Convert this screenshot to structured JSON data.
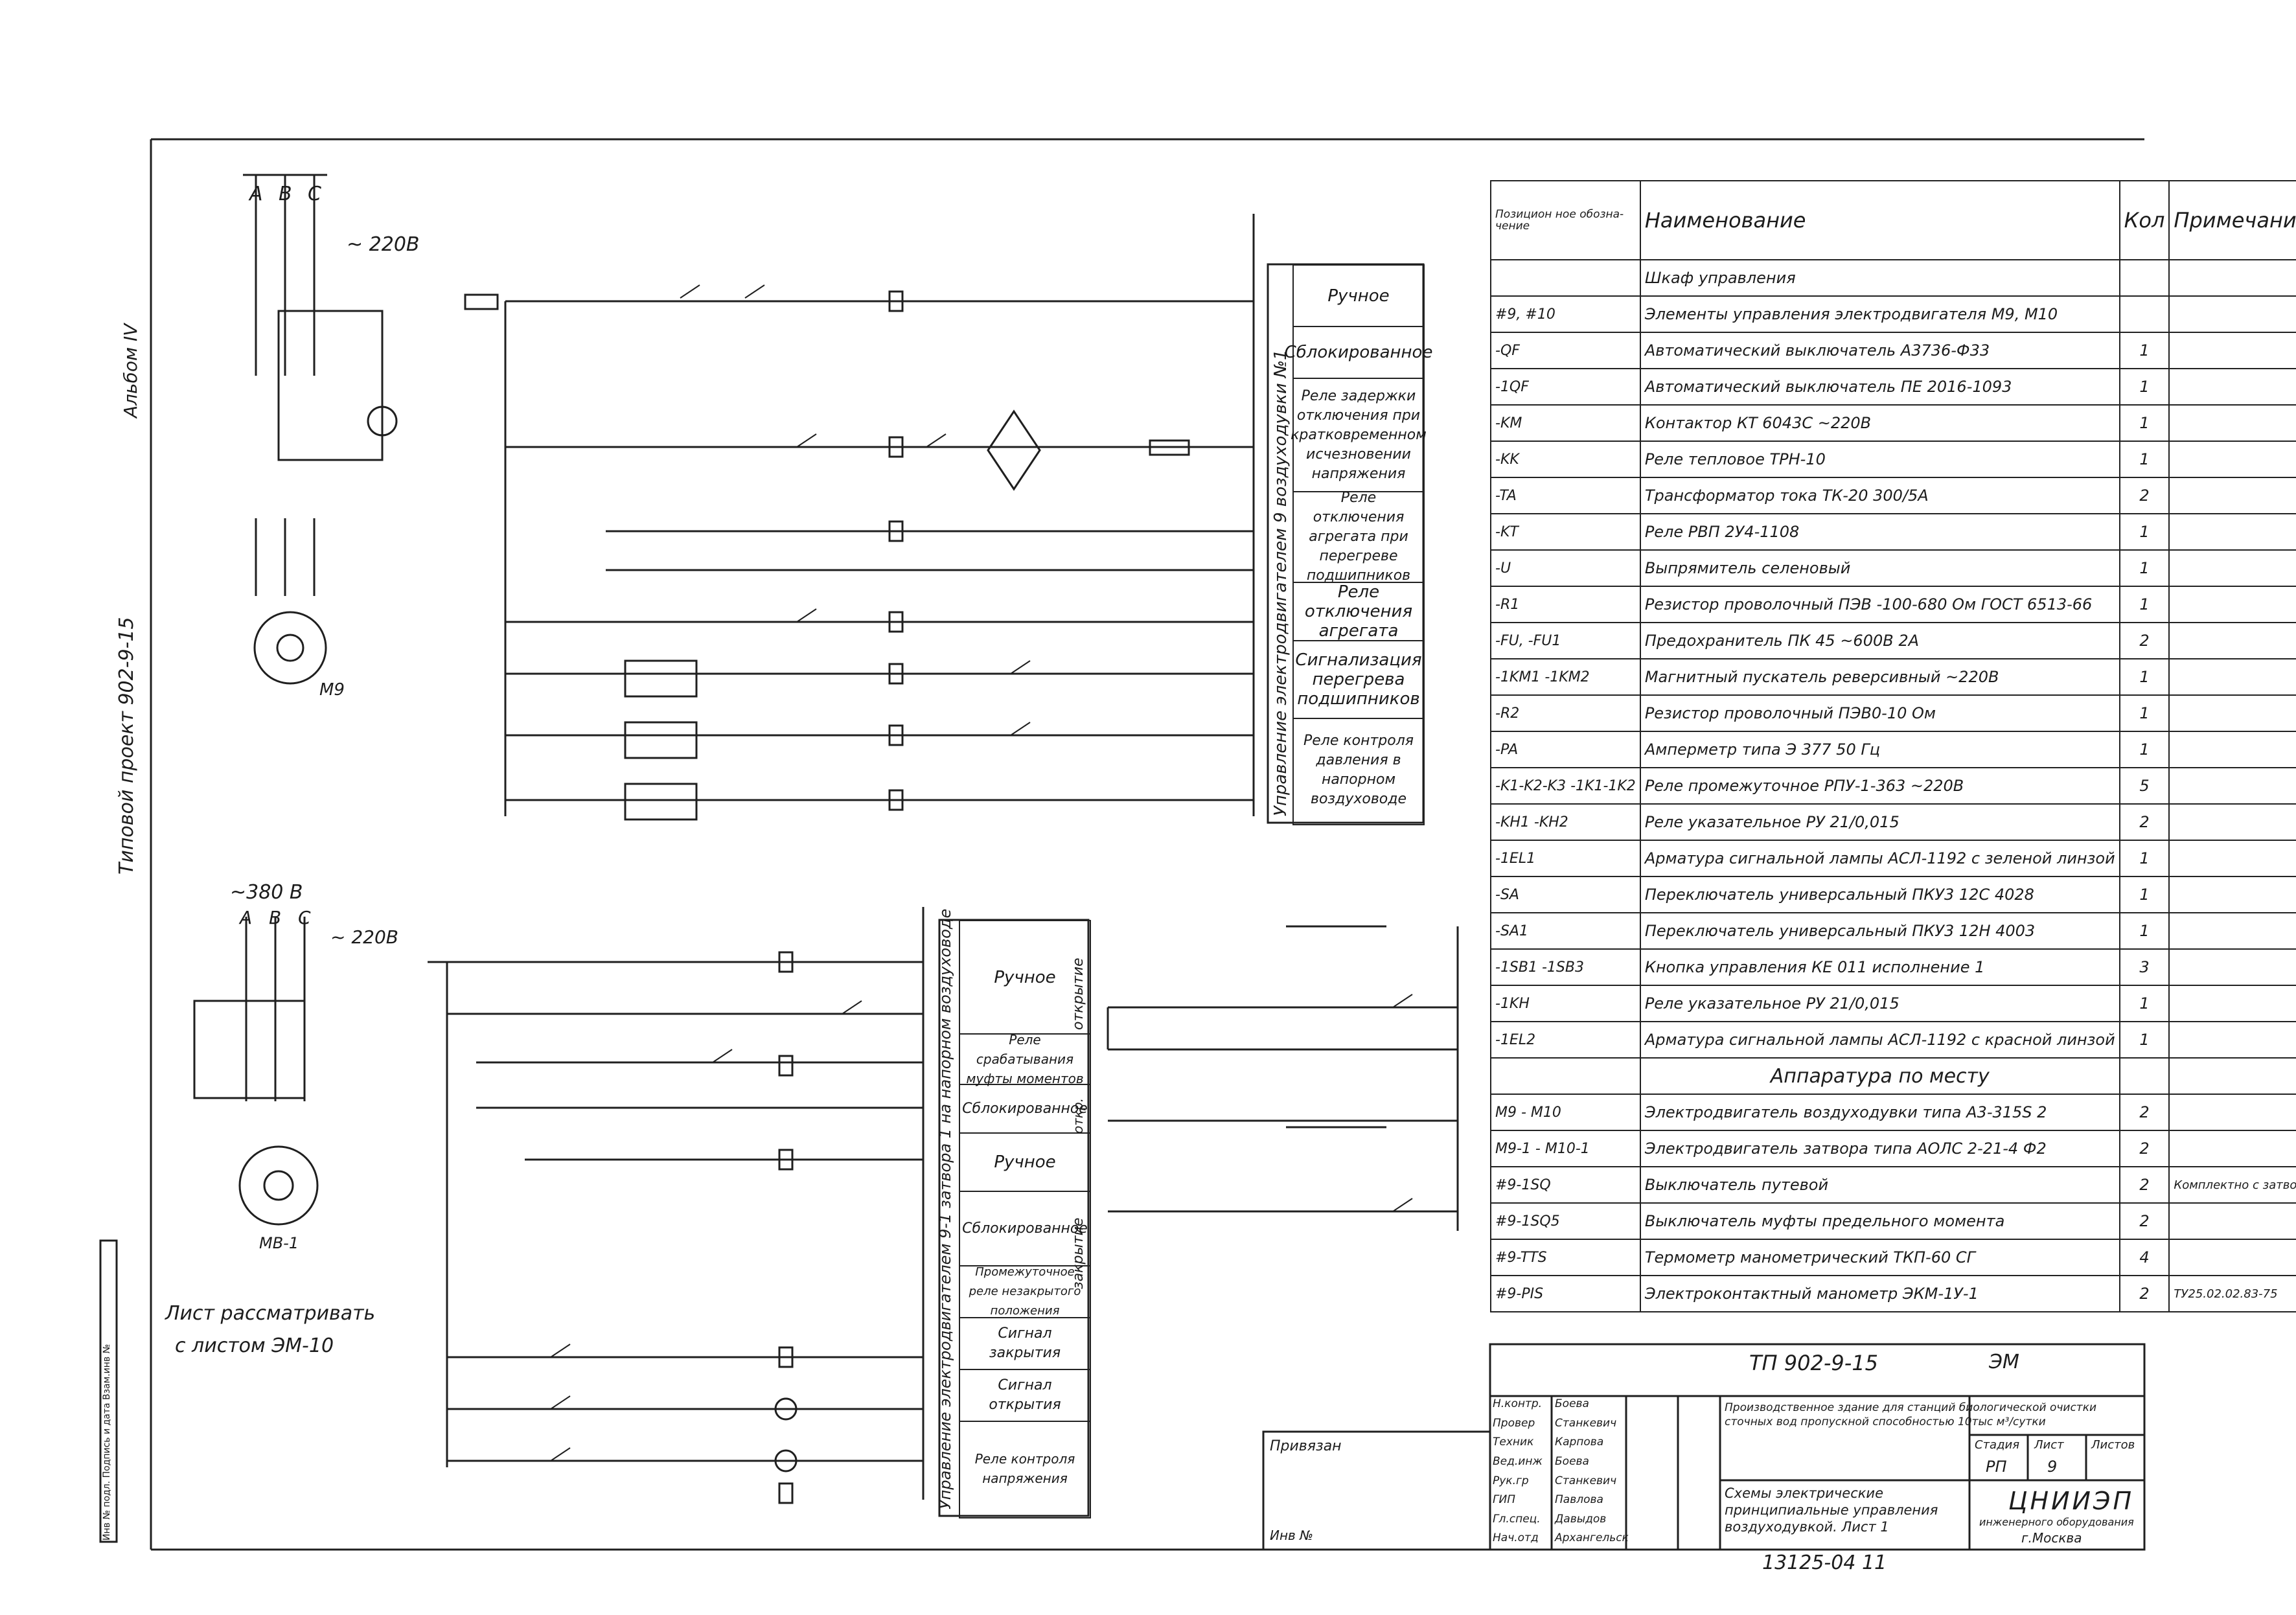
{
  "album": "Альбом IV",
  "series": "Типовой проект 902-9-15",
  "supply_top": {
    "phases": [
      "A",
      "B",
      "C"
    ],
    "voltage": "~ 220В"
  },
  "supply_bottom": {
    "voltage": "~380 В",
    "phases": [
      "A",
      "B",
      "C"
    ],
    "aux": "~ 220В"
  },
  "motor_top": "М9",
  "motor_bottom": "МВ-1",
  "top_mode_labels": [
    "Ручное",
    "Сблокированное",
    "Реле задержки отключения при кратковременном исчезновении напряжения",
    "Реле отключения агрегата при перегреве подшипников",
    "Реле отключения агрегата",
    "Сигнализация перегрева подшипников",
    "Реле контроля давления в напорном воздуховоде"
  ],
  "top_side_caption": "Управление электродвигателем 9 воздуходувки №1",
  "bottom_mode_labels": [
    "Ручное",
    "Реле срабатывания муфты моментов",
    "Сблокированное",
    "Ручное",
    "Сблокированное",
    "Промежуточное реле незакрытого положения",
    "Сигнал закрытия",
    "Сигнал открытия",
    "Реле контроля напряжения"
  ],
  "bottom_side_caption": "Управление электродвигателем 9-1 затвора 1 на напорном воздуховоде",
  "bottom_side_tags": [
    "открытие",
    "откр.",
    "закрытие"
  ],
  "note_text": [
    "Лист рассматривать",
    "с листом ЭМ-10"
  ],
  "spec": {
    "head": {
      "pos": "Позицион ное обозна- чение",
      "name": "Наименование",
      "qty": "Кол",
      "note": "Примечание"
    },
    "section1": "Шкаф управления",
    "rows1": [
      {
        "pos": "#9, #10",
        "name": "Элементы управления электродвигателя М9, М10",
        "qty": "",
        "note": ""
      },
      {
        "pos": "-QF",
        "name": "Автоматический выключатель А3736-Ф33",
        "qty": "1",
        "note": ""
      },
      {
        "pos": "-1QF",
        "name": "Автоматический выключатель ПЕ 2016-1093",
        "qty": "1",
        "note": ""
      },
      {
        "pos": "-KM",
        "name": "Контактор КТ 6043С ~220В",
        "qty": "1",
        "note": ""
      },
      {
        "pos": "-KK",
        "name": "Реле тепловое ТРН-10",
        "qty": "1",
        "note": ""
      },
      {
        "pos": "-TA",
        "name": "Трансформатор тока ТК-20 300/5А",
        "qty": "2",
        "note": ""
      },
      {
        "pos": "-KT",
        "name": "Реле РВП 2У4-1108",
        "qty": "1",
        "note": ""
      },
      {
        "pos": "-U",
        "name": "Выпрямитель селеновый",
        "qty": "1",
        "note": ""
      },
      {
        "pos": "-R1",
        "name": "Резистор проволочный ПЭВ -100-680 Ом ГОСТ 6513-66",
        "qty": "1",
        "note": ""
      },
      {
        "pos": "-FU, -FU1",
        "name": "Предохранитель ПК 45 ~600В 2А",
        "qty": "2",
        "note": ""
      },
      {
        "pos": "-1KM1 -1KM2",
        "name": "Магнитный пускатель реверсивный ~220В",
        "qty": "1",
        "note": ""
      },
      {
        "pos": "-R2",
        "name": "Резистор проволочный ПЭВ0-10 Ом",
        "qty": "1",
        "note": ""
      },
      {
        "pos": "-PA",
        "name": "Амперметр типа Э 377 50 Гц",
        "qty": "1",
        "note": ""
      },
      {
        "pos": "-K1-K2-K3 -1K1-1K2",
        "name": "Реле промежуточное РПУ-1-363 ~220В",
        "qty": "5",
        "note": ""
      },
      {
        "pos": "-KH1 -KH2",
        "name": "Реле указательное РУ 21/0,015",
        "qty": "2",
        "note": ""
      },
      {
        "pos": "-1EL1",
        "name": "Арматура сигнальной лампы АСЛ-1192 с зеленой линзой",
        "qty": "1",
        "note": ""
      },
      {
        "pos": "-SA",
        "name": "Переключатель универсальный ПКУ3 12С 4028",
        "qty": "1",
        "note": ""
      },
      {
        "pos": "-SA1",
        "name": "Переключатель универсальный ПКУ3 12Н 4003",
        "qty": "1",
        "note": ""
      },
      {
        "pos": "-1SB1 -1SB3",
        "name": "Кнопка управления КЕ 011 исполнение 1",
        "qty": "3",
        "note": ""
      },
      {
        "pos": "-1KH",
        "name": "Реле указательное РУ 21/0,015",
        "qty": "1",
        "note": ""
      },
      {
        "pos": "-1EL2",
        "name": "Арматура сигнальной лампы АСЛ-1192 с красной линзой",
        "qty": "1",
        "note": ""
      }
    ],
    "section2": "Аппаратура по месту",
    "rows2": [
      {
        "pos": "М9 - М10",
        "name": "Электродвигатель воздуходувки типа А3-315S 2",
        "qty": "2",
        "note": ""
      },
      {
        "pos": "М9-1 - М10-1",
        "name": "Электродвигатель затвора типа АОЛС 2-21-4 Ф2",
        "qty": "2",
        "note": ""
      },
      {
        "pos": "#9-1SQ",
        "name": "Выключатель путевой",
        "qty": "2",
        "note": "Комплектно с затвором"
      },
      {
        "pos": "#9-1SQ5",
        "name": "Выключатель муфты предельного момента",
        "qty": "2",
        "note": ""
      },
      {
        "pos": "#9-TTS",
        "name": "Термометр манометрический ТКП-60 СГ",
        "qty": "4",
        "note": ""
      },
      {
        "pos": "#9-PIS",
        "name": "Электроконтактный манометр ЭКМ-1У-1",
        "qty": "2",
        "note": "ТУ25.02.02.83-75"
      }
    ]
  },
  "title_block": {
    "sheet_code": "ТП 902-9-15",
    "doc": "ЭМ",
    "bind": "Привязан",
    "inv": "Инв №",
    "roles": [
      "Н.контр.",
      "Провер",
      "Техник",
      "Вед.инж",
      "Рук.гр",
      "ГИП",
      "Гл.спец.",
      "Нач.отд"
    ],
    "names": [
      "Боева",
      "Станкевич",
      "Карпова",
      "Боева",
      "Станкевич",
      "Павлова",
      "Давыдов",
      "Архангельск"
    ],
    "project": "Производственное здание для станций биологической очистки сточных вод пропускной способностью 10тыс м³/сутки",
    "title": "Схемы электрические принципиальные управления воздуходувкой. Лист 1",
    "stage_h": "Стадия",
    "sheet_h": "Лист",
    "sheets_h": "Листов",
    "stage": "РП",
    "sheet": "9",
    "sheets": "",
    "org": "ЦНИИЭП",
    "org_sub": "инженерного оборудования",
    "city": "г.Москва",
    "number": "13125-04 11"
  },
  "margin_stamp": "Инв № подл.   Подпись и дата   Взам.инв №"
}
